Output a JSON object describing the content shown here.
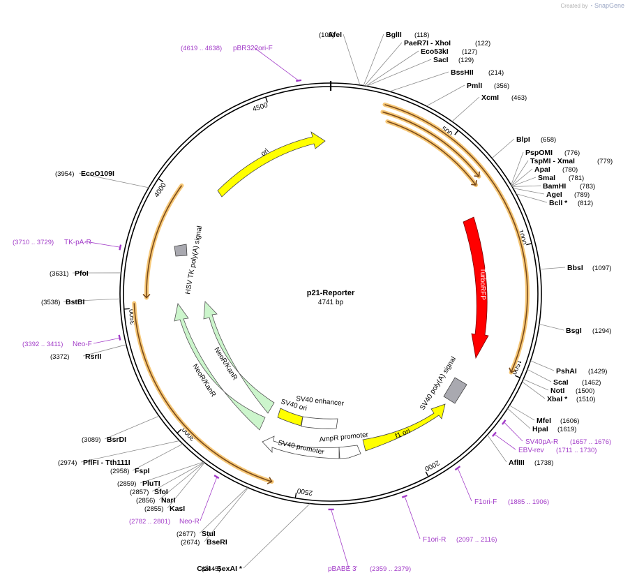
{
  "credit": {
    "prefix": "Created by",
    "brand": "SnapGene"
  },
  "plasmid": {
    "name": "p21-Reporter",
    "length_label": "4741 bp",
    "length": 4741
  },
  "ticks": [
    {
      "bp": 500,
      "label": "500"
    },
    {
      "bp": 1000,
      "label": "1000"
    },
    {
      "bp": 1500,
      "label": "1500"
    },
    {
      "bp": 2000,
      "label": "2000"
    },
    {
      "bp": 2500,
      "label": "2500"
    },
    {
      "bp": 3000,
      "label": "3000"
    },
    {
      "bp": 3500,
      "label": "3500"
    },
    {
      "bp": 4000,
      "label": "4000"
    },
    {
      "bp": 4500,
      "label": "4500"
    }
  ],
  "sites": [
    {
      "name": "AfeI",
      "pos": "(105)",
      "bp": 105
    },
    {
      "name": "BglII",
      "pos": "(118)",
      "bp": 118
    },
    {
      "name": "PaeR7I",
      "extra": "- XhoI",
      "pos": "(122)",
      "bp": 122
    },
    {
      "name": "Eco53kI",
      "pos": "(127)",
      "bp": 127
    },
    {
      "name": "SacI",
      "pos": "(129)",
      "bp": 129
    },
    {
      "name": "BssHII",
      "pos": "(214)",
      "bp": 214
    },
    {
      "name": "PmlI",
      "pos": "(356)",
      "bp": 356
    },
    {
      "name": "XcmI",
      "pos": "(463)",
      "bp": 463
    },
    {
      "name": "BlpI",
      "pos": "(658)",
      "bp": 658
    },
    {
      "name": "PspOMI",
      "pos": "(776)",
      "bp": 776
    },
    {
      "name": "TspMI",
      "extra": "- XmaI",
      "pos": "(779)",
      "bp": 779
    },
    {
      "name": "ApaI",
      "pos": "(780)",
      "bp": 780
    },
    {
      "name": "SmaI",
      "pos": "(781)",
      "bp": 781
    },
    {
      "name": "BamHI",
      "pos": "(783)",
      "bp": 783
    },
    {
      "name": "AgeI",
      "pos": "(789)",
      "bp": 789
    },
    {
      "name": "BclI *",
      "pos": "(812)",
      "bp": 812
    },
    {
      "name": "BbsI",
      "pos": "(1097)",
      "bp": 1097
    },
    {
      "name": "BsgI",
      "pos": "(1294)",
      "bp": 1294
    },
    {
      "name": "PshAI",
      "pos": "(1429)",
      "bp": 1429
    },
    {
      "name": "ScaI",
      "pos": "(1462)",
      "bp": 1462
    },
    {
      "name": "NotI",
      "pos": "(1500)",
      "bp": 1500
    },
    {
      "name": "XbaI *",
      "pos": "(1510)",
      "bp": 1510
    },
    {
      "name": "MfeI",
      "pos": "(1606)",
      "bp": 1606
    },
    {
      "name": "HpaI",
      "pos": "(1619)",
      "bp": 1619
    },
    {
      "name": "AflIII",
      "pos": "(1738)",
      "bp": 1738
    },
    {
      "name": "CsiI",
      "extra": "- SexAI *",
      "pos": "(2445)",
      "bp": 2445
    },
    {
      "name": "BseRI",
      "pos": "(2674)",
      "bp": 2674
    },
    {
      "name": "StuI",
      "pos": "(2677)",
      "bp": 2677
    },
    {
      "name": "KasI",
      "pos": "(2855)",
      "bp": 2855
    },
    {
      "name": "NarI",
      "pos": "(2856)",
      "bp": 2856
    },
    {
      "name": "SfoI",
      "pos": "(2857)",
      "bp": 2857
    },
    {
      "name": "PluTI",
      "pos": "(2859)",
      "bp": 2859
    },
    {
      "name": "FspI",
      "pos": "(2958)",
      "bp": 2958
    },
    {
      "name": "PflFI",
      "extra": "- Tth111I",
      "pos": "(2974)",
      "bp": 2974
    },
    {
      "name": "BsrDI",
      "pos": "(3089)",
      "bp": 3089
    },
    {
      "name": "RsrII",
      "pos": "(3372)",
      "bp": 3372
    },
    {
      "name": "BstBI",
      "pos": "(3538)",
      "bp": 3538
    },
    {
      "name": "PfoI",
      "pos": "(3631)",
      "bp": 3631
    },
    {
      "name": "EcoO109I",
      "pos": "(3954)",
      "bp": 3954
    }
  ],
  "primers": [
    {
      "name": "pBR322ori-F",
      "range": "(4619 .. 4638)",
      "start": 4619,
      "end": 4638
    },
    {
      "name": "TK-pA-R",
      "range": "(3710 .. 3729)",
      "start": 3710,
      "end": 3729
    },
    {
      "name": "Neo-F",
      "range": "(3392 .. 3411)",
      "start": 3392,
      "end": 3411
    },
    {
      "name": "Neo-R",
      "range": "(2782 .. 2801)",
      "start": 2782,
      "end": 2801
    },
    {
      "name": "pBABE 3'",
      "range": "(2359 .. 2379)",
      "start": 2359,
      "end": 2379
    },
    {
      "name": "F1ori-R",
      "range": "(2097 .. 2116)",
      "start": 2097,
      "end": 2116
    },
    {
      "name": "F1ori-F",
      "range": "(1885 .. 1906)",
      "start": 1885,
      "end": 1906
    },
    {
      "name": "EBV-rev",
      "range": "(1711 .. 1730)",
      "start": 1711,
      "end": 1730
    },
    {
      "name": "SV40pA-R",
      "range": "(1657 .. 1676)",
      "start": 1657,
      "end": 1676
    }
  ],
  "features": [
    {
      "name": "ori",
      "color": "#ffff00"
    },
    {
      "name": "TurboRFP",
      "color": "#ff0000"
    },
    {
      "name": "SV40 poly(A) signal",
      "color": "#a9a9b0"
    },
    {
      "name": "f1 ori",
      "color": "#ffff00"
    },
    {
      "name": "AmpR promoter",
      "color": "#ffffff"
    },
    {
      "name": "SV40 promoter",
      "color": "#ffffff"
    },
    {
      "name": "SV40 enhancer",
      "color": "#ffffff"
    },
    {
      "name": "SV40 ori",
      "color": "#ffff00"
    },
    {
      "name": "NeoR/KanR",
      "color": "#ccf5cc"
    },
    {
      "name": "NeoR/KanR ",
      "color": "#ccf5cc"
    },
    {
      "name": "HSV TK poly(A) signal",
      "color": "#a9a9b0"
    }
  ],
  "colors": {
    "backbone": "#000000",
    "primer": "#a23cc8",
    "orf_highlight": "#f6c776",
    "orf_line": "#7a4a1a"
  }
}
